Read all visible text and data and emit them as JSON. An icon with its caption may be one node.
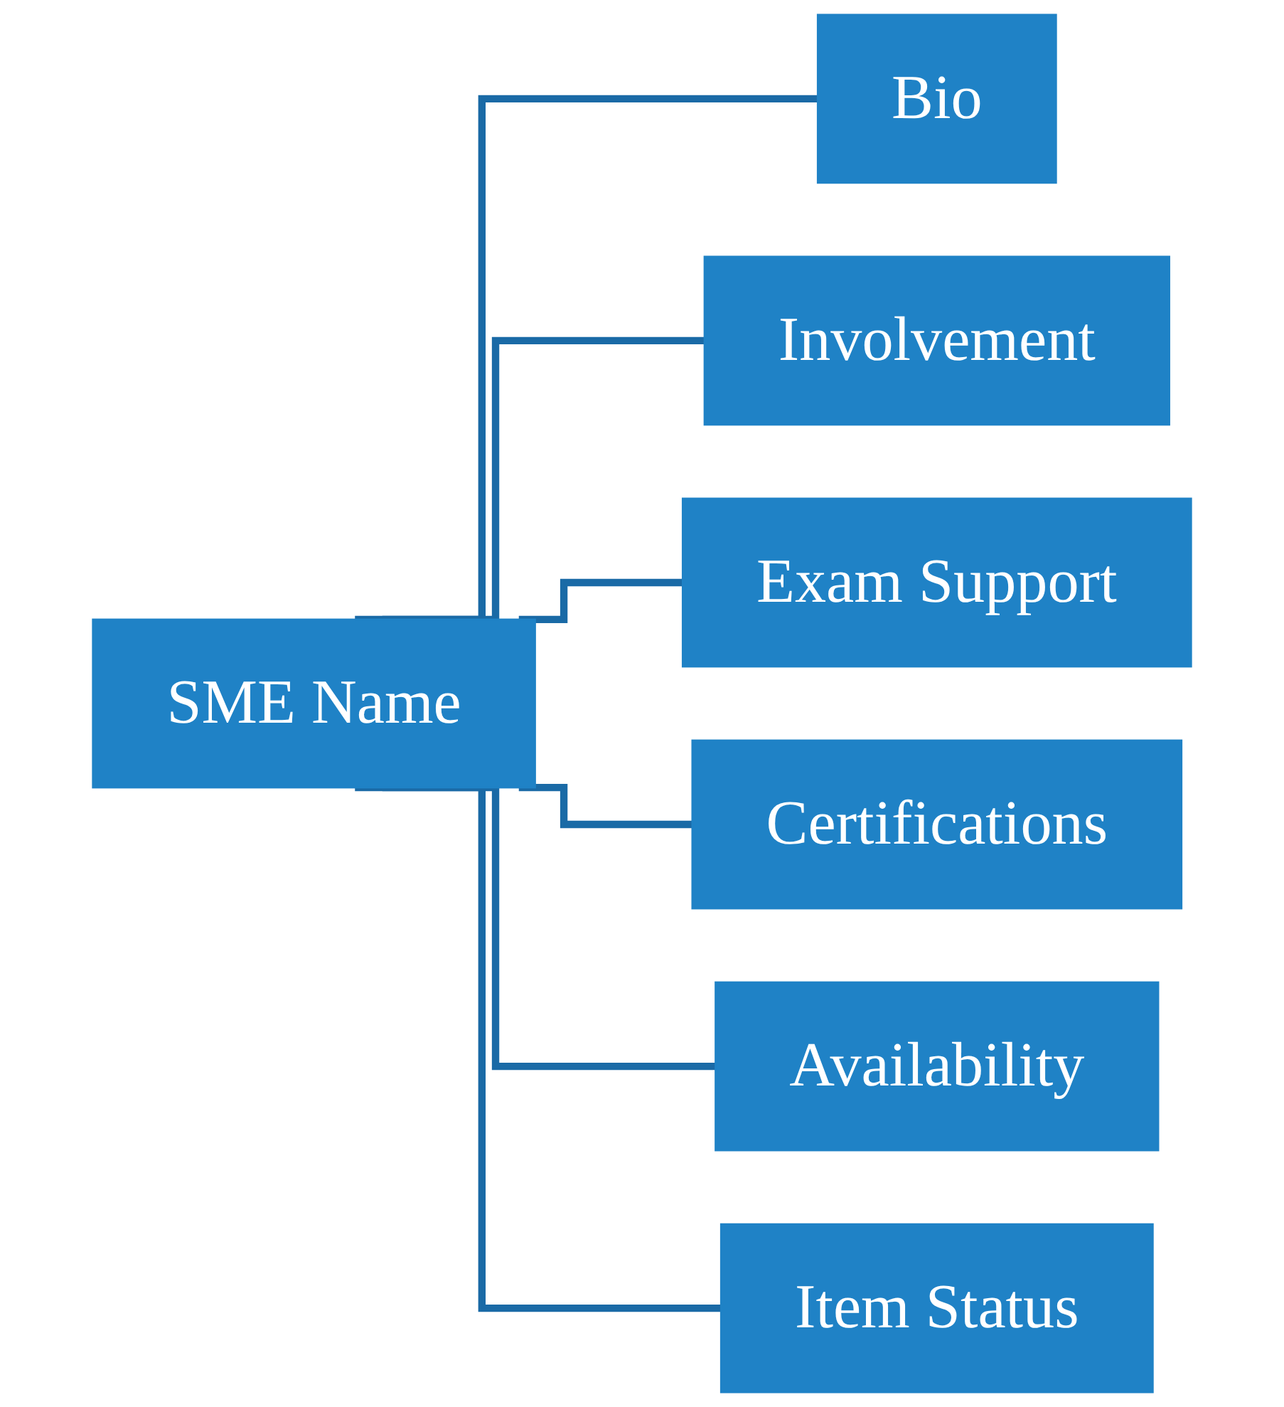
{
  "diagram": {
    "nodes": [
      {
        "text": [
          "SME Name"
        ]
      },
      {
        "text": [
          "Bio"
        ]
      },
      {
        "text": [
          "Involvement"
        ]
      },
      {
        "text": [
          "Exam Support"
        ]
      },
      {
        "text": [
          "Certifications"
        ]
      },
      {
        "text": [
          "Availability"
        ]
      },
      {
        "text": [
          "Item Status"
        ]
      }
    ],
    "edges": [
      {
        "from": 0,
        "to": 1,
        "arrow": "none"
      },
      {
        "from": 0,
        "to": 2,
        "arrow": "none"
      },
      {
        "from": 0,
        "to": 3,
        "arrow": "none"
      },
      {
        "from": 0,
        "to": 4,
        "arrow": "none"
      },
      {
        "from": 0,
        "to": 5,
        "arrow": "none"
      },
      {
        "from": 0,
        "to": 6,
        "arrow": "none"
      }
    ]
  }
}
